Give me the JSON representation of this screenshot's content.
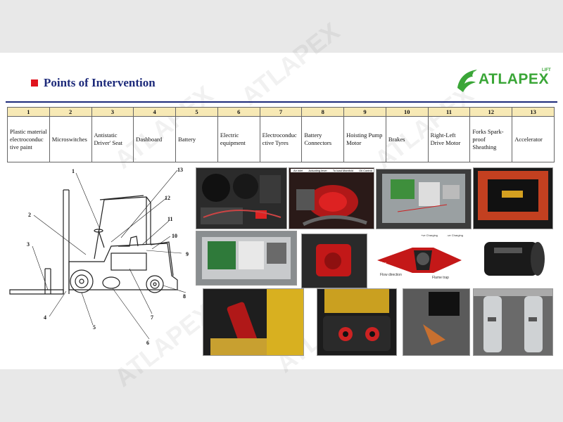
{
  "title": "Points of Intervention",
  "logo": {
    "text": "ATLAPEX",
    "small": "LIFT",
    "icon": "eagle-icon"
  },
  "points": [
    {
      "num": "1",
      "label": "Plastic material electroconduc tive paint"
    },
    {
      "num": "2",
      "label": "Microswitches"
    },
    {
      "num": "3",
      "label": "Antistatic Driver' Seat"
    },
    {
      "num": "4",
      "label": "Dashboard"
    },
    {
      "num": "5",
      "label": "Battery"
    },
    {
      "num": "6",
      "label": "Electric equipment"
    },
    {
      "num": "7",
      "label": "Electroconduc ctive Tyres"
    },
    {
      "num": "8",
      "label": "Battery Connectors"
    },
    {
      "num": "9",
      "label": "Hoisting Pump Motor"
    },
    {
      "num": "10",
      "label": "Brakes"
    },
    {
      "num": "11",
      "label": "Right-Left Drive Motor"
    },
    {
      "num": "12",
      "label": "Forks Spark-proof Sheathing"
    },
    {
      "num": "13",
      "label": "Accelerator"
    }
  ],
  "diagram_callouts": [
    "1",
    "2",
    "3",
    "4",
    "5",
    "6",
    "7",
    "8",
    "9",
    "10",
    "11",
    "12",
    "13"
  ],
  "photo_labels": {
    "pump_top": [
      "Air inlet",
      "Actuating lever",
      "To load Manifold",
      "Oil Control"
    ],
    "connector": [
      "+ve Charging",
      "-ve Charging"
    ],
    "flame": [
      "Flow direction",
      "Flame trap",
      "Gas"
    ]
  },
  "colors": {
    "title": "#1d2a7a",
    "accent": "#e0141e",
    "brand": "#3aa637",
    "header_bg": "#f7e9b5"
  }
}
